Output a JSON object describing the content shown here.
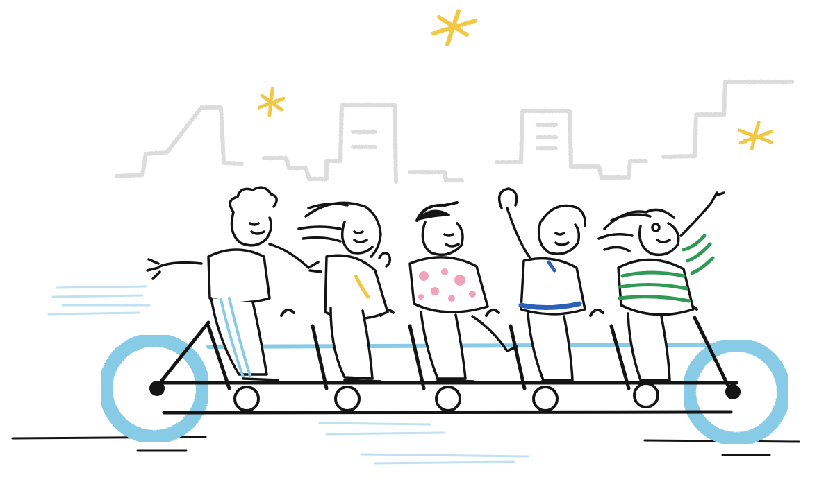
{
  "colors": {
    "background": "#ffffff",
    "ink": "#141414",
    "skyline": "#dcdcdc",
    "wheel_blue": "#88cbe6",
    "star_yellow": "#f2c744",
    "shirt_pink": "#f0a3b9",
    "belt_blue": "#2b62b8",
    "stripe_green": "#2e9a55"
  },
  "icons": {
    "stars": "star-icon",
    "wheels": "bicycle-wheel-icon"
  },
  "riders": [
    {
      "name": "rider-1-arms-open"
    },
    {
      "name": "rider-2-long-hair"
    },
    {
      "name": "rider-3-cap-pink-dots"
    },
    {
      "name": "rider-4-fist-raised"
    },
    {
      "name": "rider-5-green-stripes"
    }
  ]
}
